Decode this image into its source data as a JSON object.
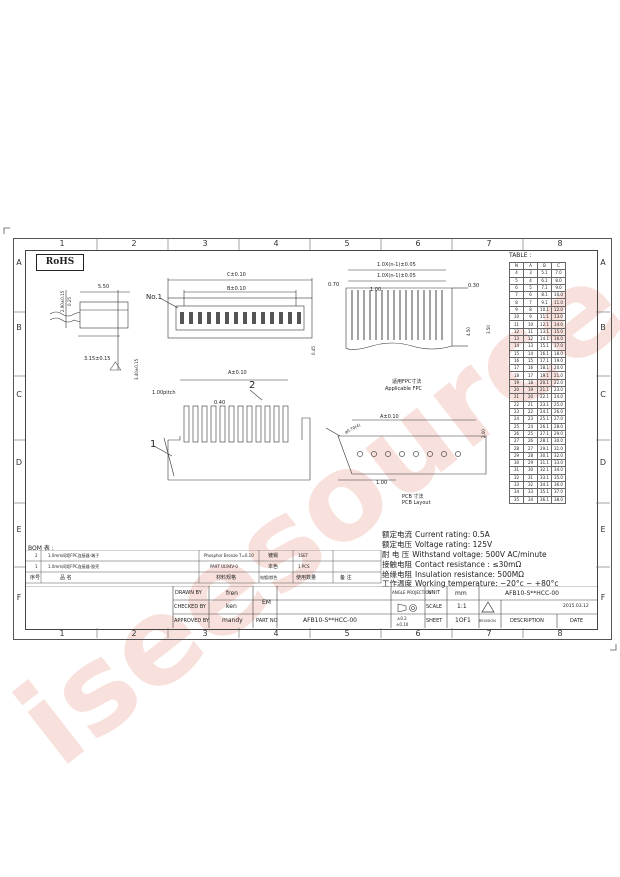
{
  "zones": {
    "columns": [
      "1",
      "2",
      "3",
      "4",
      "5",
      "6",
      "7",
      "8"
    ],
    "rows": [
      "A",
      "B",
      "C",
      "D",
      "E",
      "F"
    ]
  },
  "rohs_label": "RoHS",
  "table": {
    "title": "TABLE :",
    "headers": [
      "N",
      "A",
      "B",
      "C"
    ],
    "rows": [
      [
        "4",
        "3",
        "5.1",
        "7.0"
      ],
      [
        "5",
        "4",
        "6.1",
        "8.0"
      ],
      [
        "6",
        "5",
        "7.1",
        "9.0"
      ],
      [
        "7",
        "6",
        "8.1",
        "10.0"
      ],
      [
        "8",
        "7",
        "9.1",
        "11.0"
      ],
      [
        "9",
        "8",
        "10.1",
        "12.0"
      ],
      [
        "10",
        "9",
        "11.1",
        "13.0"
      ],
      [
        "11",
        "10",
        "12.1",
        "14.0"
      ],
      [
        "12",
        "11",
        "13.1",
        "15.0"
      ],
      [
        "13",
        "12",
        "14.1",
        "16.0"
      ],
      [
        "14",
        "13",
        "15.1",
        "17.0"
      ],
      [
        "15",
        "14",
        "16.1",
        "18.0"
      ],
      [
        "16",
        "15",
        "17.1",
        "19.0"
      ],
      [
        "17",
        "16",
        "18.1",
        "20.0"
      ],
      [
        "18",
        "17",
        "19.1",
        "21.0"
      ],
      [
        "19",
        "18",
        "20.1",
        "22.0"
      ],
      [
        "20",
        "19",
        "21.1",
        "23.0"
      ],
      [
        "21",
        "20",
        "22.1",
        "24.0"
      ],
      [
        "22",
        "21",
        "23.1",
        "25.0"
      ],
      [
        "23",
        "22",
        "24.1",
        "26.0"
      ],
      [
        "24",
        "23",
        "25.1",
        "27.0"
      ],
      [
        "25",
        "24",
        "26.1",
        "28.0"
      ],
      [
        "26",
        "25",
        "27.1",
        "29.0"
      ],
      [
        "27",
        "26",
        "28.1",
        "30.0"
      ],
      [
        "28",
        "27",
        "29.1",
        "31.0"
      ],
      [
        "29",
        "28",
        "30.1",
        "32.0"
      ],
      [
        "30",
        "29",
        "31.1",
        "33.0"
      ],
      [
        "31",
        "30",
        "32.1",
        "34.0"
      ],
      [
        "32",
        "31",
        "33.1",
        "35.0"
      ],
      [
        "33",
        "32",
        "34.1",
        "36.0"
      ],
      [
        "34",
        "33",
        "35.1",
        "37.0"
      ],
      [
        "35",
        "34",
        "36.1",
        "38.0"
      ]
    ]
  },
  "dims": {
    "d550": "5.50",
    "d290": "2.90±0.15",
    "d025": "0.25",
    "d315": "3.15±0.15",
    "d340": "3.40±0.15",
    "no1": "No.1",
    "c": "C±0.10",
    "b": "B±0.10",
    "d045": "0.45",
    "d100pitch": "1.00pitch",
    "d040": "0.40",
    "a": "A±0.10",
    "callout1": "1",
    "callout2": "2",
    "fpc1": "1.0X(n-1)±0.05",
    "fpc2": "1.0X(n-1)±0.05",
    "d070": "0.70",
    "d100a": "1.00",
    "d030": "0.30",
    "d450": "4.50",
    "d350": "3.50",
    "fpc_cn": "适用FPC寸法",
    "fpc_en": "Applicable FPC",
    "pcb_a": "A±0.10",
    "pcb_hole": "ø0.70(4)",
    "d200": "2.00",
    "d100b": "1.00",
    "pcb_cn": "PCB 寸法",
    "pcb_en": "PCB Layout"
  },
  "specs": [
    {
      "cn": "额定电流",
      "en": "Current rating: 0.5A"
    },
    {
      "cn": "额定电压",
      "en": "Voltage rating: 125V"
    },
    {
      "cn": "耐 电 压",
      "en": "Withstand voltage: 500V AC/minute"
    },
    {
      "cn": "接触电阻",
      "en": "Contact resistance : ≤30mΩ"
    },
    {
      "cn": "绝缘电阻",
      "en": "Insulation resistance: 500MΩ"
    },
    {
      "cn": "工作温度",
      "en": "Working temperature: −20°c ~ +80°c"
    }
  ],
  "bom": {
    "title": "BOM 表 :",
    "rows": [
      {
        "no": "2",
        "desc": "1.0mm间距FPC连接器-端子",
        "mat": "Phosphor Bronze T=0.10",
        "finish": "镀锡",
        "qty": "1SET"
      },
      {
        "no": "1",
        "desc": "1.0mm间距FPC连接器-胶壳",
        "mat": "PA9T UL94V-0",
        "finish": "本色",
        "qty": "1 PCS"
      }
    ],
    "header": {
      "no": "序号",
      "name": "品   名",
      "mat": "材料规格",
      "finish": "电镀/颜色",
      "qty": "使用数量",
      "remark": "备 注"
    }
  },
  "title_block": {
    "drawn_label": "DRAWN BY",
    "drawn_value": "fren",
    "checked_label": "CHECKED BY",
    "checked_value": "ken",
    "approved_label": "APPROVED BY",
    "approved_value": "mandy",
    "em": "EM",
    "angle": "ANGLE PROJECTION",
    "unit_label": "UNIT",
    "unit_value": "mm",
    "scale_label": "SCALE",
    "scale_value": "1:1",
    "tol1": "±0.2",
    "tol2": "±0.10",
    "sheet_label": "SHEET",
    "sheet_value": "1OF1",
    "partno_label": "PART NO",
    "partno_value": "AFB10-S**HCC-00",
    "title_value": "AFB10-S**HCC-00",
    "date": "2015.03.12",
    "revision_label": "REVISION",
    "description_label": "DESCRIPTION",
    "date_label": "DATE"
  },
  "watermark": "iseesource.com"
}
